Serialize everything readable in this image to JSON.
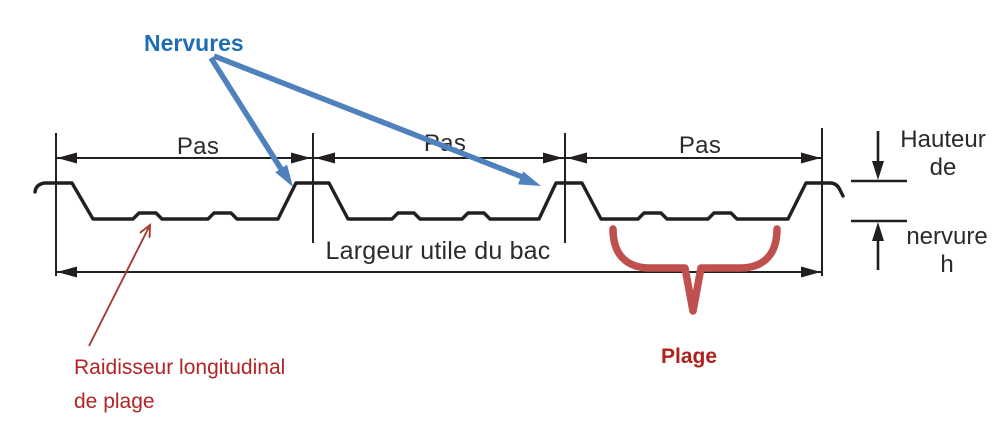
{
  "colors": {
    "background": "#ffffff",
    "line": "#231f20",
    "blue_label": "#1f6eb5",
    "blue_arrow": "#4f81bd",
    "red_label": "#b32424",
    "red_arrow": "#a93a32",
    "brace": "#c0504d",
    "plage_label": "#b2201e"
  },
  "labels": {
    "nervures": "Nervures",
    "pas_1": "Pas",
    "pas_2": "Pas",
    "pas_3": "Pas",
    "largeur_utile": "Largeur utile du bac",
    "hauteur_line_1": "Hauteur",
    "hauteur_line_2": "de",
    "nervure_line_1": "nervure",
    "nervure_line_2": "h",
    "raidisseur_line_1": "Raidisseur longitudinal",
    "raidisseur_line_2": "de plage",
    "plage": "Plage"
  }
}
